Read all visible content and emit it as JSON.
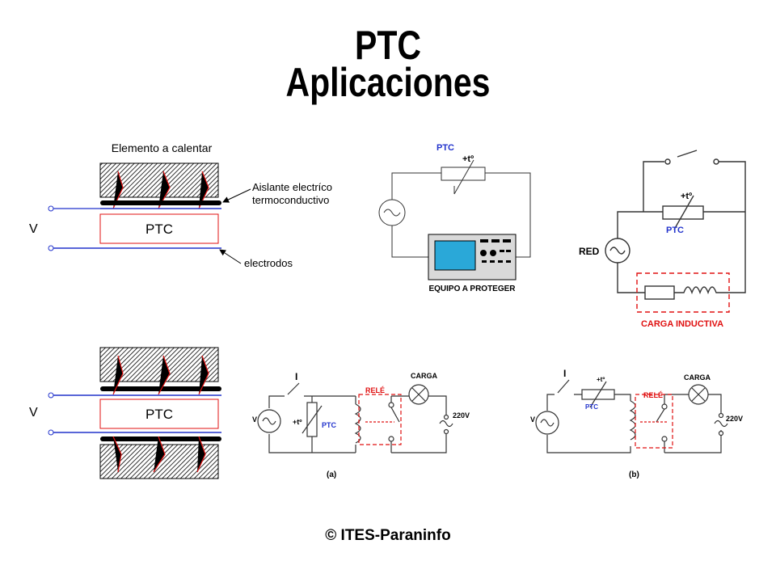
{
  "title": {
    "line1": "PTC",
    "line2": "Aplicaciones"
  },
  "footer": "© ITES-Paraninfo",
  "heater_top": {
    "caption": "Elemento a calentar",
    "insulator_line1": "Aislante electríco",
    "insulator_line2": "termoconductivo",
    "electrodes": "electrodos",
    "voltage": "V",
    "ptc": "PTC"
  },
  "heater_bottom": {
    "voltage": "V",
    "ptc": "PTC"
  },
  "protect_circuit": {
    "ptc": "PTC",
    "temp": "+tº",
    "equipment": "EQUIPO A PROTEGER"
  },
  "inductive_circuit": {
    "temp": "+tº",
    "ptc": "PTC",
    "source": "RED",
    "load": "CARGA INDUCTIVA"
  },
  "relay_a": {
    "switch": "I",
    "source": "V",
    "temp": "+tº",
    "ptc": "PTC",
    "relay": "RELÉ",
    "load": "CARGA",
    "mains": "220V",
    "caption": "(a)"
  },
  "relay_b": {
    "switch": "I",
    "source": "V",
    "temp": "+tº",
    "ptc": "PTC",
    "relay": "RELÉ",
    "load": "CARGA",
    "mains": "220V",
    "caption": "(b)"
  }
}
